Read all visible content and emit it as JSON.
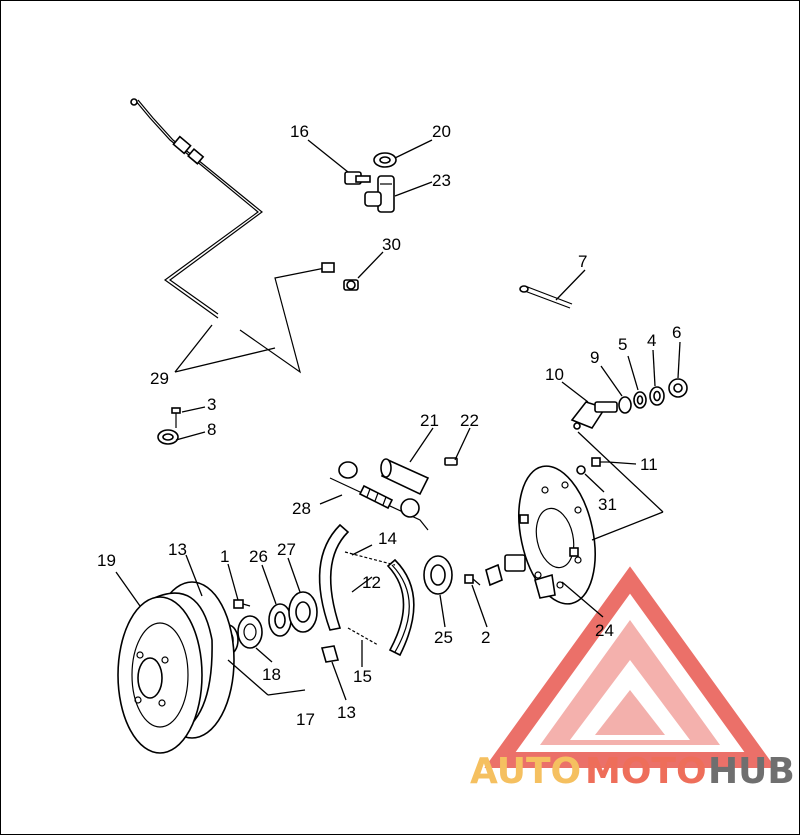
{
  "diagram": {
    "labels": {
      "p1": "1",
      "p2": "2",
      "p3": "3",
      "p4": "4",
      "p5": "5",
      "p6": "6",
      "p7": "7",
      "p8": "8",
      "p9": "9",
      "p10": "10",
      "p11": "11",
      "p12": "12",
      "p13a": "13",
      "p13b": "13",
      "p14": "14",
      "p15": "15",
      "p16": "16",
      "p17": "17",
      "p18": "18",
      "p19": "19",
      "p20": "20",
      "p21": "21",
      "p22": "22",
      "p23": "23",
      "p24": "24",
      "p25": "25",
      "p26": "26",
      "p27": "27",
      "p28": "28",
      "p29": "29",
      "p30": "30",
      "p31": "31"
    }
  },
  "watermark": {
    "auto": "AUTO",
    "moto": "MOTO",
    "hub": "HUB",
    "colors": {
      "triangle": "#e8584f",
      "auto": "#f5c060",
      "moto": "#ee6e5a",
      "hub": "#6f6f6f"
    }
  }
}
